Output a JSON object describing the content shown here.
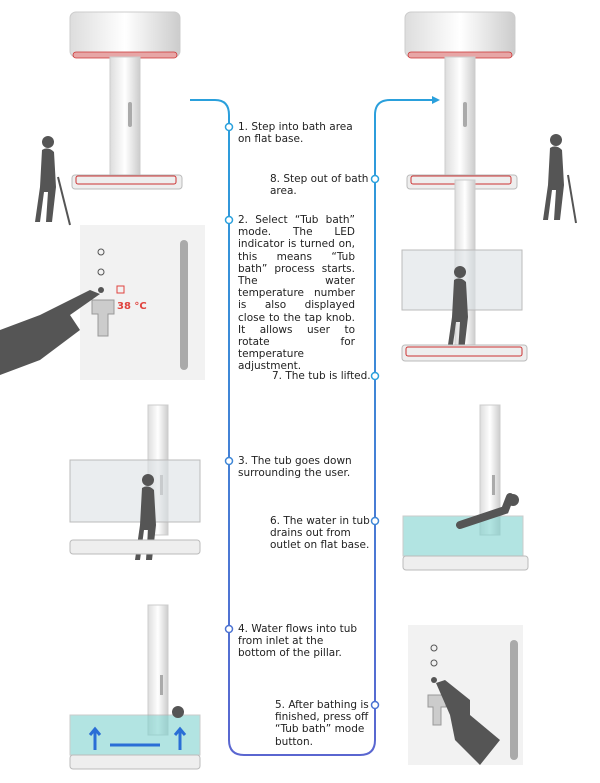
{
  "steps": [
    {
      "n": 1,
      "text": "1. Step into bath area on flat base."
    },
    {
      "n": 2,
      "text": "2. Select “Tub bath” mode. The LED indicator is turned on, this means “Tub bath” process starts. The water temperature number is also displayed close to the tap knob. It allows user to rotate for temperature adjustment."
    },
    {
      "n": 3,
      "text": "3. The tub goes down surrounding the user."
    },
    {
      "n": 4,
      "text": "4. Water flows into tub from inlet at the bottom of the pillar."
    },
    {
      "n": 5,
      "text": "5. After bathing is finished, press off “Tub bath” mode button."
    },
    {
      "n": 6,
      "text": "6. The water in tub drains out from outlet on flat base."
    },
    {
      "n": 7,
      "text": "7. The tub is lifted."
    },
    {
      "n": 8,
      "text": "8. Step out of bath area."
    }
  ],
  "panel": {
    "temperature": "38 °C"
  },
  "colors": {
    "flow_line": "#2aa0dc",
    "accent_red": "#d33",
    "water": "#7fd3cf",
    "figure": "#555555"
  }
}
